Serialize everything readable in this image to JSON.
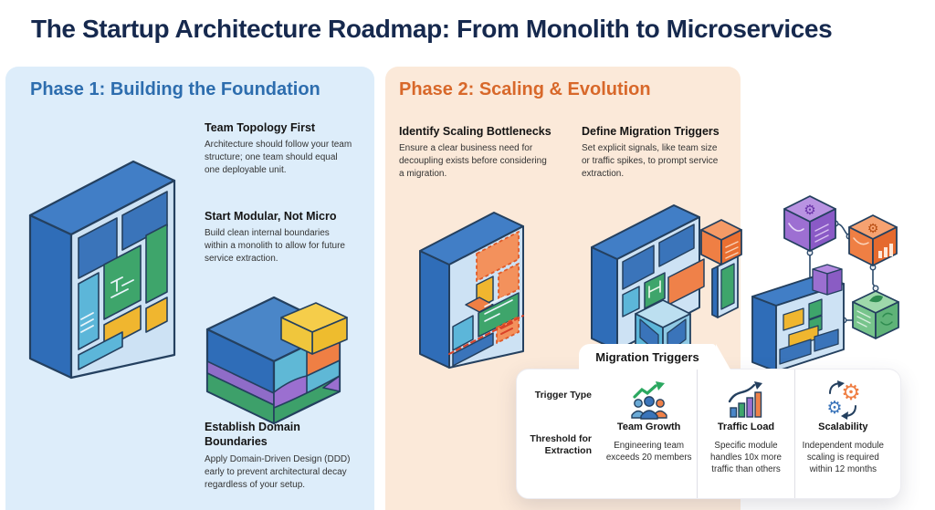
{
  "title": "The Startup Architecture Roadmap: From Monolith to Microservices",
  "phase1": {
    "heading": "Phase 1: Building the Foundation",
    "items": [
      {
        "title": "Team Topology First",
        "body": "Architecture should follow your team structure; one team should equal one deployable unit."
      },
      {
        "title": "Start Modular, Not Micro",
        "body": "Build clean internal boundaries within a monolith to allow for future service extraction."
      },
      {
        "title": "Establish Domain Boundaries",
        "body": "Apply Domain-Driven Design (DDD) early to prevent architectural decay regardless of your setup."
      }
    ]
  },
  "phase2": {
    "heading": "Phase 2: Scaling & Evolution",
    "items": [
      {
        "title": "Identify Scaling Bottlenecks",
        "body": "Ensure a clear business need for decoupling exists before considering a migration."
      },
      {
        "title": "Define Migration Triggers",
        "body": "Set explicit signals, like team size or traffic spikes, to prompt service extraction."
      }
    ]
  },
  "migration_table": {
    "tab_label": "Migration Triggers",
    "row_labels": [
      "Trigger Type",
      "Threshold for Extraction"
    ],
    "columns": [
      {
        "icon": "team-growth-icon",
        "label": "Team Growth",
        "threshold": "Engineering team exceeds 20 members"
      },
      {
        "icon": "traffic-load-icon",
        "label": "Traffic Load",
        "threshold": "Specific module handles 10x more traffic than others"
      },
      {
        "icon": "scalability-icon",
        "label": "Scalability",
        "threshold": "Independent module scaling is required within 12 months"
      }
    ]
  },
  "colors": {
    "title": "#16294e",
    "phase1_accent": "#2d6dae",
    "phase1_bg": "#ddedfa",
    "phase2_accent": "#d8682a",
    "phase2_bg": "#fbe9d9",
    "monolith_blue": "#2f6db8",
    "module_green": "#3ea56b",
    "module_cyan": "#5cb6d9",
    "module_yellow": "#f0b62f",
    "module_orange": "#ef7f44",
    "module_purple": "#9b6fd0"
  }
}
